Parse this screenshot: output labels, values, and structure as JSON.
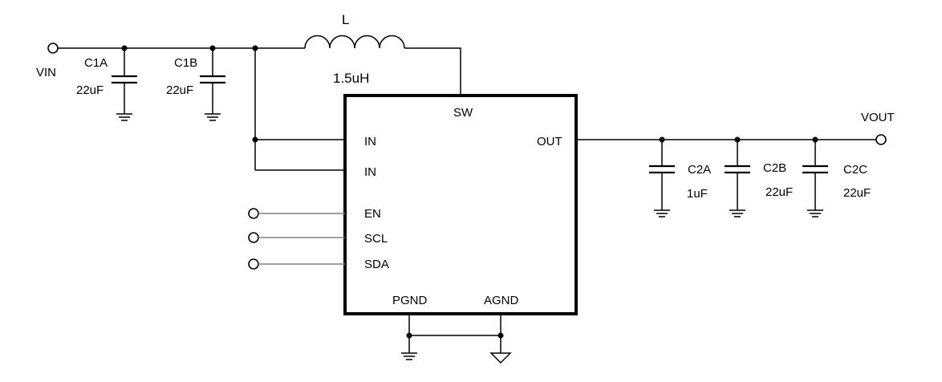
{
  "terminals": {
    "vin": "VIN",
    "vout": "VOUT"
  },
  "inductor": {
    "ref": "L",
    "value": "1.5uH"
  },
  "input_caps": [
    {
      "ref": "C1A",
      "value": "22uF"
    },
    {
      "ref": "C1B",
      "value": "22uF"
    }
  ],
  "output_caps": [
    {
      "ref": "C2A",
      "value": "1uF"
    },
    {
      "ref": "C2B",
      "value": "22uF"
    },
    {
      "ref": "C2C",
      "value": "22uF"
    }
  ],
  "ic": {
    "pins": {
      "sw": "SW",
      "in1": "IN",
      "in2": "IN",
      "out": "OUT",
      "en": "EN",
      "scl": "SCL",
      "sda": "SDA",
      "pgnd": "PGND",
      "agnd": "AGND"
    }
  }
}
